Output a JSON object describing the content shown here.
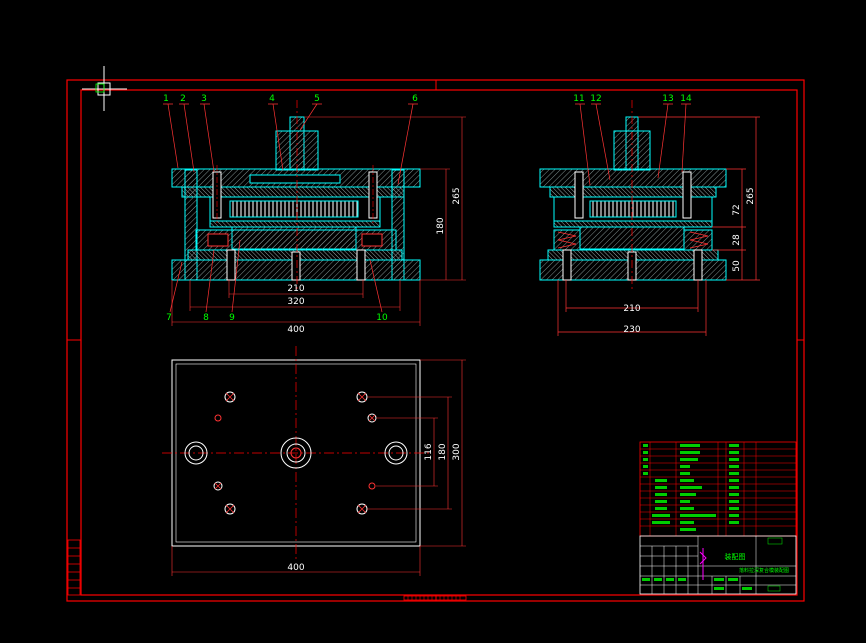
{
  "drawing": {
    "front_view": {
      "part_labels": [
        "1",
        "2",
        "3",
        "4",
        "5",
        "6",
        "7",
        "8",
        "9",
        "10"
      ],
      "dims_horizontal": [
        "210",
        "320",
        "400"
      ],
      "dims_vertical": [
        "180",
        "265"
      ]
    },
    "side_view": {
      "part_labels": [
        "11",
        "12",
        "13",
        "14"
      ],
      "dims_horizontal": [
        "210",
        "230"
      ],
      "dims_vertical": [
        "72",
        "28",
        "50",
        "265"
      ]
    },
    "plan_view": {
      "dims_horizontal": [
        "400"
      ],
      "dims_vertical": [
        "116",
        "180",
        "300"
      ]
    },
    "title_block": {
      "drawing_title": "装配图",
      "drawing_name": "落料拉深复合模装配图"
    }
  },
  "colors": {
    "background": "#000000",
    "frame": "#ff0000",
    "outline": "#00ffff",
    "dimension": "#ffffff",
    "label": "#00ff00",
    "hatch": "#808080",
    "accent": "#ff00ff"
  }
}
